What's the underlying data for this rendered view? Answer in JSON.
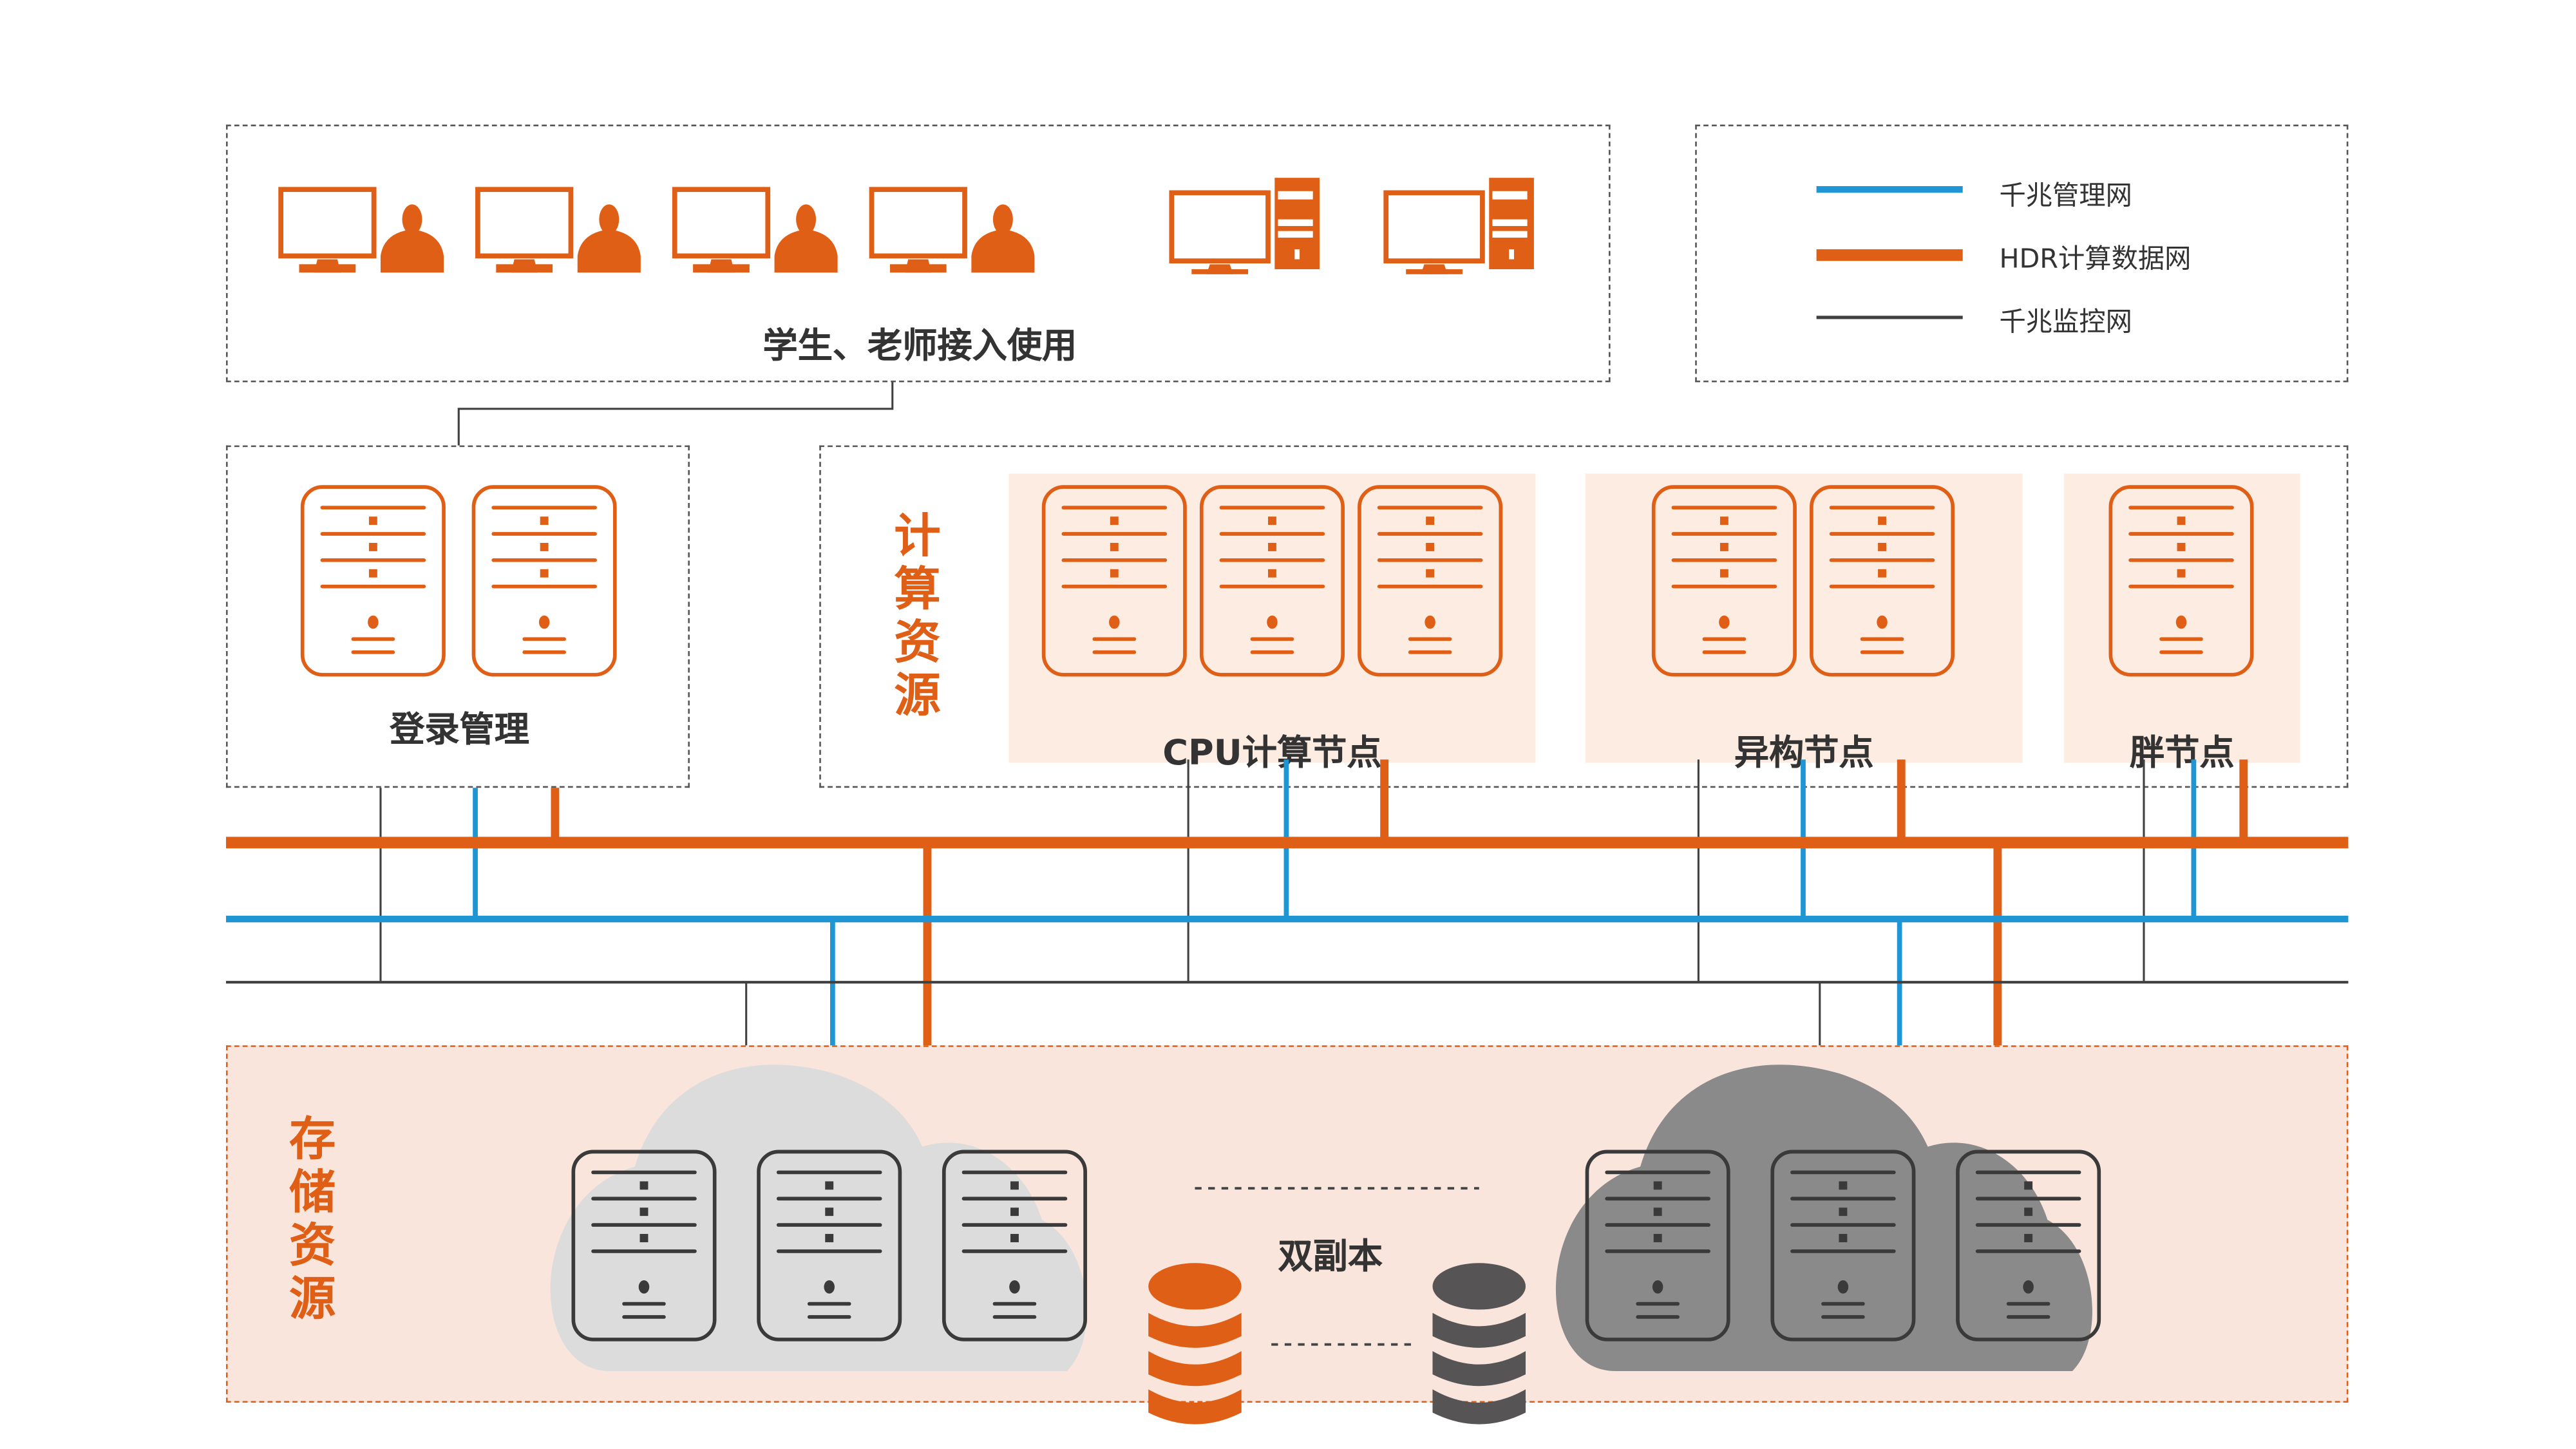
{
  "colors": {
    "accent_orange": "#e05f17",
    "mgmt_blue": "#1f96d3",
    "monitor_dark": "#404040",
    "panel_bg": "#fcece1",
    "storage_bg": "#fae5dc",
    "cloud_light": "#dcdcdc",
    "cloud_dark": "#8b8a8b"
  },
  "access": {
    "label": "学生、老师接入使用",
    "user_terminals": [
      {
        "icon": "monitor-user-icon"
      },
      {
        "icon": "monitor-user-icon"
      },
      {
        "icon": "monitor-user-icon"
      },
      {
        "icon": "monitor-user-icon"
      }
    ],
    "workstations": [
      {
        "icon": "desktop-tower-icon"
      },
      {
        "icon": "desktop-tower-icon"
      }
    ]
  },
  "legend": {
    "items": [
      {
        "label": "千兆管理网",
        "color": "#1f96d3",
        "style": "medium"
      },
      {
        "label": "HDR计算数据网",
        "color": "#e05f17",
        "style": "thick"
      },
      {
        "label": "千兆监控网",
        "color": "#404040",
        "style": "thin"
      }
    ]
  },
  "login": {
    "label": "登录管理",
    "server_count": 2
  },
  "compute": {
    "title": "计算资源",
    "title_chars": [
      "计",
      "算",
      "资",
      "源"
    ],
    "groups": [
      {
        "label": "CPU计算节点",
        "server_count": 3
      },
      {
        "label": "异构节点",
        "server_count": 2
      },
      {
        "label": "胖节点",
        "server_count": 1
      }
    ]
  },
  "networks": {
    "hdr": "HDR计算数据网",
    "management": "千兆管理网",
    "monitoring": "千兆监控网"
  },
  "storage": {
    "title": "存储资源",
    "title_chars": [
      "存",
      "储",
      "资",
      "源"
    ],
    "replica_label": "双副本",
    "clusters": [
      {
        "name": "primary",
        "server_count": 3,
        "cloud": "light"
      },
      {
        "name": "replica",
        "server_count": 3,
        "cloud": "dark"
      }
    ],
    "databases": [
      {
        "name": "primary-db",
        "color": "#e05f17"
      },
      {
        "name": "replica-db",
        "color": "#575455"
      }
    ]
  }
}
